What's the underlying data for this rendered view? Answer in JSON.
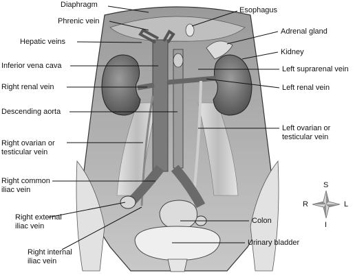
{
  "labels": {
    "diaphragm": "Diaphragm",
    "esophagus": "Esophagus",
    "phrenic_vein": "Phrenic vein",
    "adrenal_gland": "Adrenal gland",
    "hepatic_veins": "Hepatic veins",
    "kidney": "Kidney",
    "inferior_vena_cava": "Inferior vena cava",
    "left_suprarenal_vein": "Left suprarenal vein",
    "right_renal_vein": "Right renal vein",
    "left_renal_vein": "Left renal vein",
    "descending_aorta": "Descending aorta",
    "right_ovarian_line1": "Right ovarian or",
    "right_ovarian_line2": "testicular vein",
    "left_ovarian_line1": "Left ovarian or",
    "left_ovarian_line2": "testicular vein",
    "right_common_line1": "Right common",
    "right_common_line2": "iliac vein",
    "right_external_line1": "Right external",
    "right_external_line2": "iliac vein",
    "colon": "Colon",
    "right_internal_line1": "Right internal",
    "right_internal_line2": "iliac vein",
    "urinary_bladder": "Urinary bladder"
  },
  "compass": {
    "superior": "S",
    "inferior": "I",
    "right": "R",
    "left": "L"
  },
  "colors": {
    "tissue_light": "#d9d9d9",
    "tissue_mid": "#a9a9a9",
    "vessel": "#6f6f6f",
    "line": "#111111"
  }
}
